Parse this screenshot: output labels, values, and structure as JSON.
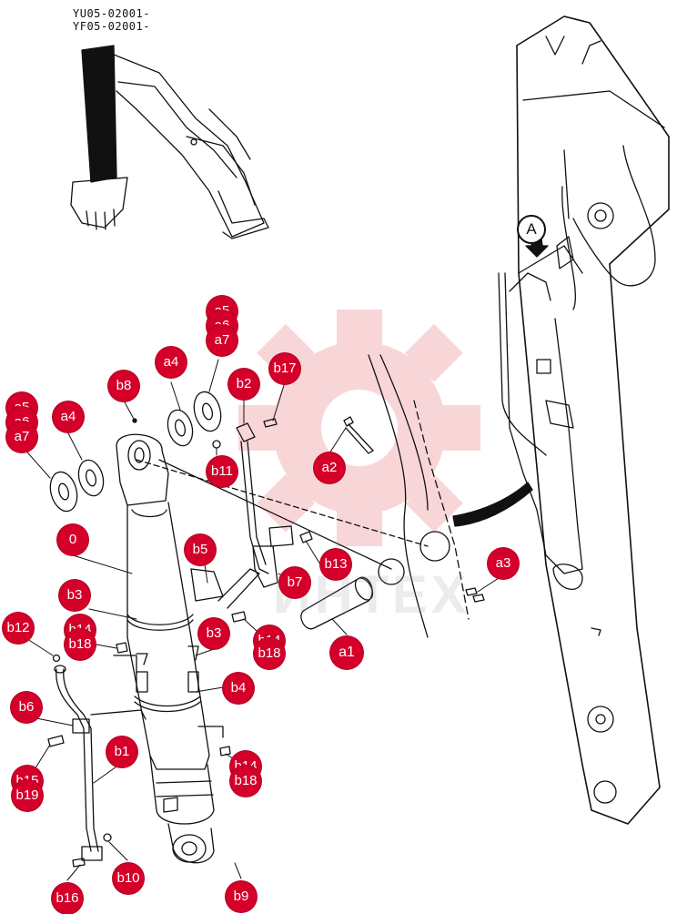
{
  "serials": [
    "YU05-02001-",
    "YF05-02001-"
  ],
  "view_marker": "A",
  "watermark": "ИНТЕХ",
  "colors": {
    "callout": "#d4002a",
    "line": "#111111",
    "watermark_gear": "#f6c9cb"
  },
  "labels": {
    "a1": "a1",
    "a2": "a2",
    "a3": "a3",
    "a4": "a4",
    "a5": "a5",
    "a6": "a6",
    "a7": "a7",
    "b1": "b1",
    "b2": "b2",
    "b3": "b3",
    "b4": "b4",
    "b5": "b5",
    "b6": "b6",
    "b7": "b7",
    "b8": "b8",
    "b9": "b9",
    "b10": "b10",
    "b11": "b11",
    "b12": "b12",
    "b13": "b13",
    "b14": "b14",
    "b15": "b15",
    "b16": "b16",
    "b17": "b17",
    "b18": "b18",
    "b19": "b19",
    "zero": "0"
  }
}
